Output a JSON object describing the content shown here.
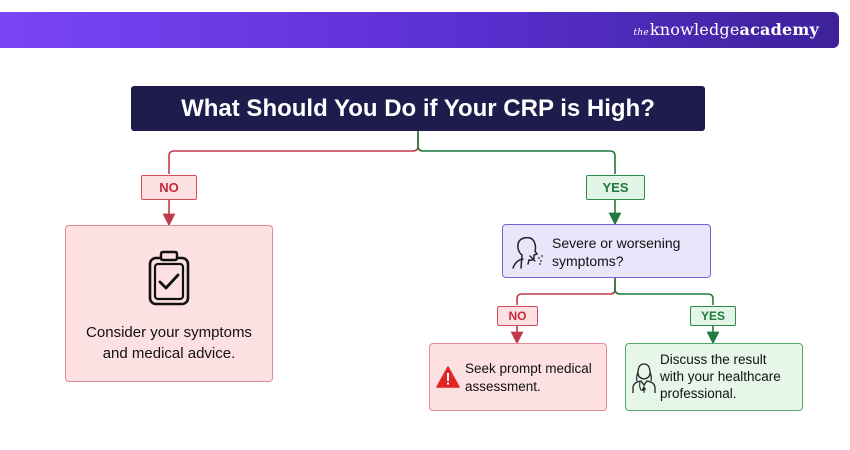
{
  "brand": {
    "prefix": "the",
    "main": "knowledge",
    "suffix": "academy"
  },
  "title": "What Should You Do if Your CRP is High?",
  "branches": {
    "left_label": "NO",
    "right_label": "YES",
    "sub_left_label": "NO",
    "sub_right_label": "YES"
  },
  "nodes": {
    "consider": {
      "line1": "Consider your symptoms",
      "line2": "and medical advice.",
      "icon": "clipboard-check-icon"
    },
    "severe": {
      "line1": "Severe or worsening",
      "line2": "symptoms?",
      "icon": "sick-person-icon"
    },
    "seek": {
      "line1": "Seek prompt medical",
      "line2": "assessment.",
      "icon": "warning-icon"
    },
    "discuss": {
      "line1": "Discuss the result",
      "line2": "with your healthcare",
      "line3": "professional.",
      "icon": "doctor-icon"
    }
  },
  "colors": {
    "banner_start": "#7a45f5",
    "banner_end": "#3d2299",
    "title_bg": "#1e1b4d",
    "no_line": "#c23a4a",
    "yes_line": "#1f7a3c",
    "red_box_bg": "#fde0e2",
    "green_box_bg": "#e6f6e9",
    "purple_box_bg": "#ebe5fc"
  }
}
